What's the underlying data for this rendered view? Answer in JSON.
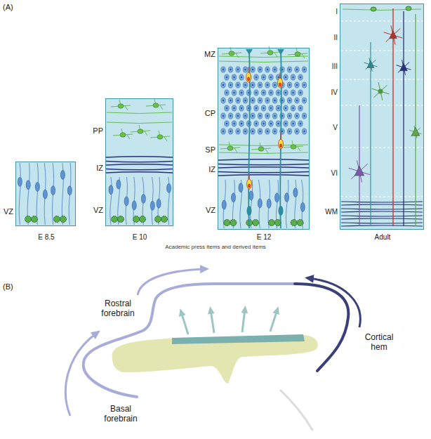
{
  "diagram": {
    "nodes": [
      {
        "text": [
          "VZ",
          "E 8.5"
        ]
      },
      {
        "text": [
          "PP",
          "IZ",
          "VZ",
          "E 10"
        ]
      },
      {
        "text": [
          "MZ",
          "CP",
          "SP",
          "IZ",
          "VZ",
          "E 12"
        ]
      },
      {
        "text": [
          "I",
          "II",
          "III",
          "IV",
          "V",
          "VI",
          "WM",
          "Adult"
        ]
      }
    ],
    "labels": [
      "(A)",
      "Academic press items and derived items",
      "(B)",
      "Rostral forebrain",
      "Cortical hem",
      "Basal forebrain"
    ]
  }
}
